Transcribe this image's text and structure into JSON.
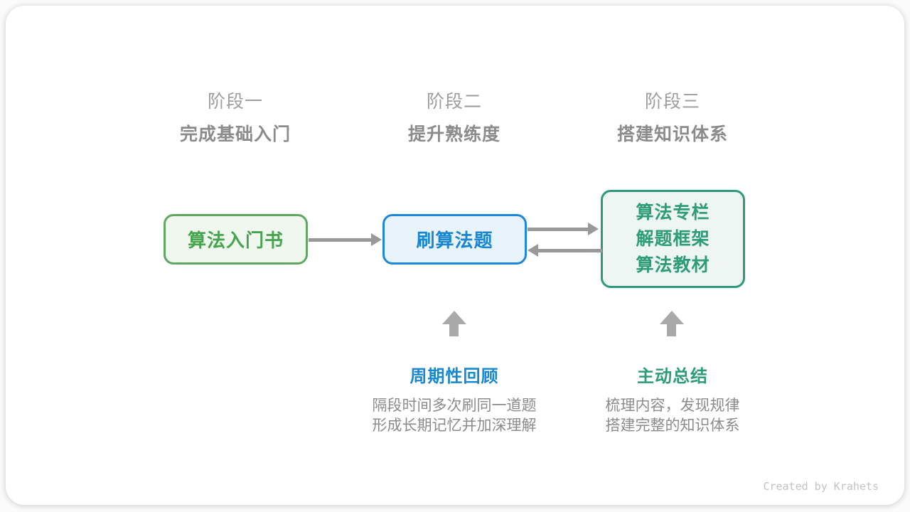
{
  "stages": [
    {
      "label": "阶段一",
      "title": "完成基础入门"
    },
    {
      "label": "阶段二",
      "title": "提升熟练度"
    },
    {
      "label": "阶段三",
      "title": "搭建知识体系"
    }
  ],
  "boxes": [
    {
      "name": "algorithm-intro-book",
      "lines": [
        "算法入门书"
      ]
    },
    {
      "name": "practice-algorithm-problems",
      "lines": [
        "刷算法题"
      ]
    },
    {
      "name": "knowledge-resources",
      "lines": [
        "算法专栏",
        "解题框架",
        "算法教材"
      ]
    }
  ],
  "annotations": [
    {
      "title": "周期性回顾",
      "desc_lines": [
        "隔段时间多次刷同一道题",
        "形成长期记忆并加深理解"
      ]
    },
    {
      "title": "主动总结",
      "desc_lines": [
        "梳理内容，发现规律",
        "搭建完整的知识体系"
      ]
    }
  ],
  "credit": "Created by Krahets",
  "colors": {
    "green_border": "#61a763",
    "green_text": "#46a44f",
    "green_bg": "#eff7ee",
    "blue_border": "#1d87da",
    "blue_text": "#1787d3",
    "blue_bg": "#e9f3fc",
    "teal_border": "#2f9a7b",
    "teal_text": "#2d9c78",
    "teal_bg": "#edf6f2",
    "arrow_gray": "#999999",
    "up_arrow_gray": "#a9a9a9",
    "stage_label_gray": "#9d9d9d",
    "stage_title_gray": "#8b8b8b",
    "desc_gray": "#8b8b8b",
    "credit_gray": "#c3c3c3"
  }
}
